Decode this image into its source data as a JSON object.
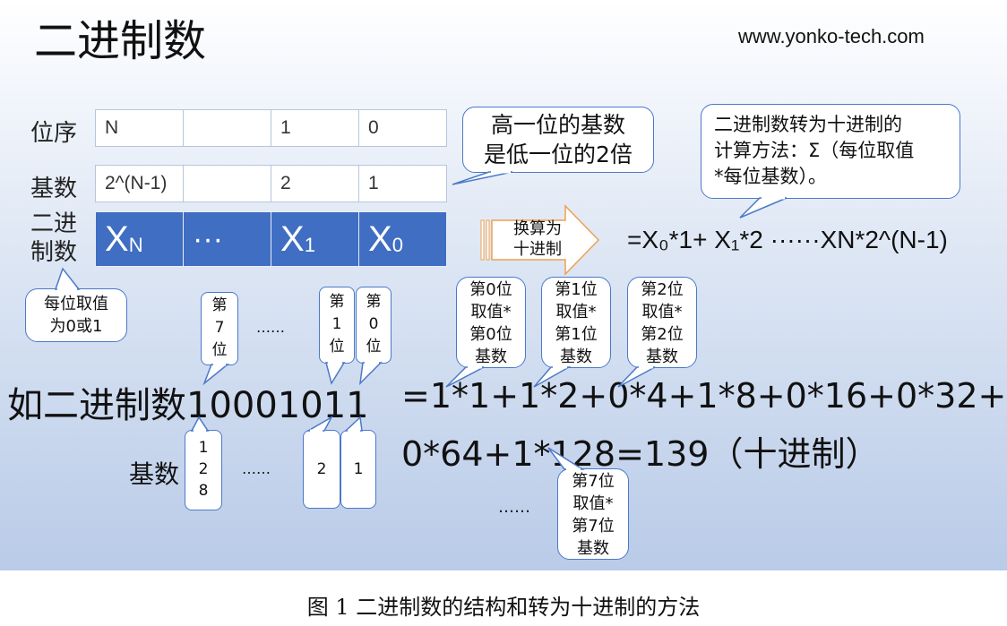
{
  "title": "二进制数",
  "url": "www.yonko-tech.com",
  "table": {
    "row_labels": [
      "位序",
      "基数"
    ],
    "row3_label": "二进\n制数",
    "position_cells": [
      "N",
      "",
      "1",
      "0"
    ],
    "base_cells": [
      "2^(N-1)",
      "",
      "2",
      "1"
    ],
    "digit_cells": [
      {
        "main": "X",
        "sub": "N"
      },
      {
        "main": "···",
        "sub": ""
      },
      {
        "main": "X",
        "sub": "1"
      },
      {
        "main": "X",
        "sub": "0"
      }
    ]
  },
  "callouts": {
    "higher_base": "高一位的基数\n是低一位的2倍",
    "method": "二进制数转为十进制的\n计算方法：Σ（每位取值\n*每位基数）。",
    "arrow_label": "换算为\n十进制",
    "each_bit": "每位取值\n为0或1",
    "pos7": "第\n7\n位",
    "pos1": "第\n1\n位",
    "pos0": "第\n0\n位",
    "term0": "第0位\n取值*\n第0位\n基数",
    "term1": "第1位\n取值*\n第1位\n基数",
    "term2": "第2位\n取值*\n第2位\n基数",
    "term7": "第7位\n取值*\n第7位\n基数",
    "base128": "1\n2\n8",
    "base2": "2",
    "base1": "1"
  },
  "formula": "=X₀*1+ X₁*2 ······XN*2^(N-1)",
  "example": {
    "number": "如二进制数10001011",
    "line1": "=1*1+1*2+0*4+1*8+0*16+0*32+",
    "line2": "0*64+1*128=139（十进制）",
    "base_label": "基数"
  },
  "ellipses": {
    "pos": "……",
    "base": "……",
    "bottom": "……"
  },
  "caption": "图 1 二进制数的结构和转为十进制的方法",
  "colors": {
    "blue_cell": "#3f6ec2",
    "callout_border": "#4b79c8",
    "arrow_fill": "#ffffff",
    "arrow_stroke": "#f0a050"
  }
}
